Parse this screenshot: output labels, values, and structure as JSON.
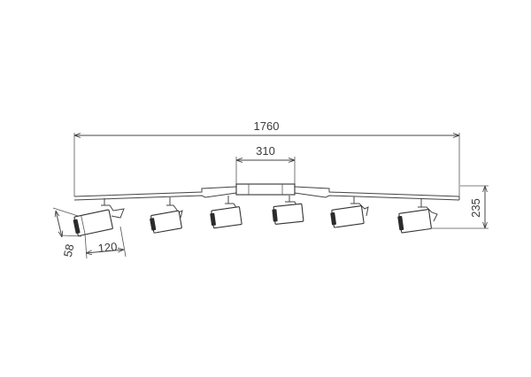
{
  "dimensions": {
    "overall_width": "1760",
    "canopy_width": "310",
    "height": "235",
    "head_diameter": "58",
    "head_length": "120"
  },
  "fixture": {
    "spotlight_count": 6
  },
  "colors": {
    "line": "#444444",
    "lens": "#2b2b2b",
    "background": "#ffffff"
  }
}
